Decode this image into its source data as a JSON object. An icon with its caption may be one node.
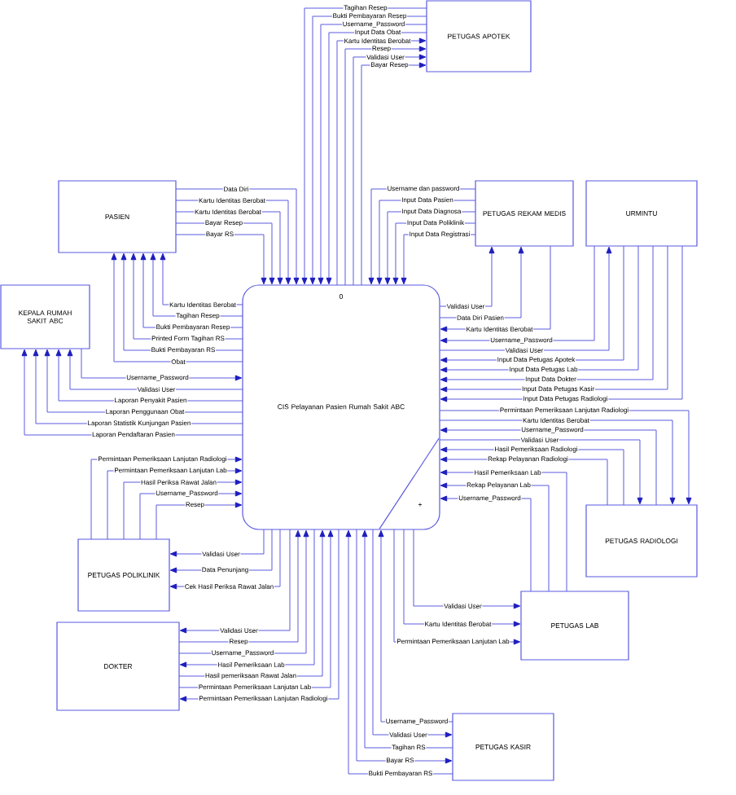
{
  "diagram": {
    "nodes": [
      {
        "text": [
          "PETUGAS APOTEK"
        ]
      },
      {
        "text": [
          "PASIEN"
        ]
      },
      {
        "text": [
          "PETUGAS REKAM MEDIS"
        ]
      },
      {
        "text": [
          "URMINTU"
        ]
      },
      {
        "text": [
          "KEPALA RUMAH SAKIT ABC"
        ]
      },
      {
        "text": [
          "0",
          "CIS Pelayanan Pasien Rumah Sakit ABC",
          "+"
        ]
      },
      {
        "text": [
          "PETUGAS RADIOLOGI"
        ]
      },
      {
        "text": [
          "PETUGAS POLIKLINIK"
        ]
      },
      {
        "text": [
          "DOKTER"
        ]
      },
      {
        "text": [
          "PETUGAS LAB"
        ]
      },
      {
        "text": [
          "PETUGAS KASIR"
        ]
      }
    ],
    "edges": [
      {
        "from": 0,
        "to": 5,
        "label": "Tagihan Resep",
        "arrow": "to"
      },
      {
        "from": 0,
        "to": 5,
        "label": "Bukti Pembayaran Resep",
        "arrow": "to"
      },
      {
        "from": 0,
        "to": 5,
        "label": "Username_Password",
        "arrow": "to"
      },
      {
        "from": 0,
        "to": 5,
        "label": "Input Data Obat",
        "arrow": "to"
      },
      {
        "from": 5,
        "to": 0,
        "label": "Kartu Identitas Berobat",
        "arrow": "to"
      },
      {
        "from": 5,
        "to": 0,
        "label": "Resep",
        "arrow": "to"
      },
      {
        "from": 5,
        "to": 0,
        "label": "Validasi User",
        "arrow": "to"
      },
      {
        "from": 5,
        "to": 0,
        "label": "Bayar Resep",
        "arrow": "to"
      },
      {
        "from": 1,
        "to": 5,
        "label": "Data Diri",
        "arrow": "to"
      },
      {
        "from": 1,
        "to": 5,
        "label": "Kartu Identitas Berobat",
        "arrow": "to"
      },
      {
        "from": 1,
        "to": 5,
        "label": "Kartu Identitas Berobat",
        "arrow": "to"
      },
      {
        "from": 1,
        "to": 5,
        "label": "Bayar Resep",
        "arrow": "to"
      },
      {
        "from": 1,
        "to": 5,
        "label": "Bayar RS",
        "arrow": "to"
      },
      {
        "from": 2,
        "to": 5,
        "label": "Username dan password",
        "arrow": "to"
      },
      {
        "from": 2,
        "to": 5,
        "label": "Input Data Pasien",
        "arrow": "to"
      },
      {
        "from": 2,
        "to": 5,
        "label": "Input Data Diagnosa",
        "arrow": "to"
      },
      {
        "from": 2,
        "to": 5,
        "label": "Input Data Poliklinik",
        "arrow": "to"
      },
      {
        "from": 2,
        "to": 5,
        "label": "Input Data Registrasi",
        "arrow": "to"
      },
      {
        "from": 5,
        "to": 1,
        "label": "Kartu Identitas Berobat",
        "arrow": "to"
      },
      {
        "from": 5,
        "to": 1,
        "label": "Tagihan Resep",
        "arrow": "to"
      },
      {
        "from": 5,
        "to": 1,
        "label": "Bukti Pembayaran Resep",
        "arrow": "to"
      },
      {
        "from": 5,
        "to": 1,
        "label": "Printed Form Tagihan RS",
        "arrow": "to"
      },
      {
        "from": 5,
        "to": 1,
        "label": "Bukti Pembayaran RS",
        "arrow": "to"
      },
      {
        "from": 5,
        "to": 1,
        "label": "Obat",
        "arrow": "to"
      },
      {
        "from": 5,
        "to": 2,
        "label": "Validasi User",
        "arrow": "to"
      },
      {
        "from": 5,
        "to": 2,
        "label": "Data Diri Pasien",
        "arrow": "to"
      },
      {
        "from": 2,
        "to": 5,
        "label": "Kartu Identitas Berobat",
        "arrow": "to"
      },
      {
        "from": 3,
        "to": 5,
        "label": "Username_Password",
        "arrow": "to"
      },
      {
        "from": 5,
        "to": 3,
        "label": "Validasi User",
        "arrow": "to"
      },
      {
        "from": 3,
        "to": 5,
        "label": "Input Data Petugas Apotek",
        "arrow": "to"
      },
      {
        "from": 3,
        "to": 5,
        "label": "Input Data Petugas Lab",
        "arrow": "to"
      },
      {
        "from": 3,
        "to": 5,
        "label": "Input Data Dokter",
        "arrow": "to"
      },
      {
        "from": 3,
        "to": 5,
        "label": "Input Data Petugas Kasir",
        "arrow": "to"
      },
      {
        "from": 3,
        "to": 5,
        "label": "Input Data Petugas Radiologi",
        "arrow": "to"
      },
      {
        "from": 4,
        "to": 5,
        "label": "Username_Password",
        "arrow": "to"
      },
      {
        "from": 5,
        "to": 4,
        "label": "Validasi User",
        "arrow": "to"
      },
      {
        "from": 5,
        "to": 4,
        "label": "Laporan Penyakit Pasien",
        "arrow": "to"
      },
      {
        "from": 5,
        "to": 4,
        "label": "Laporan Penggunaan Obat",
        "arrow": "to"
      },
      {
        "from": 5,
        "to": 4,
        "label": "Laporan Statistik Kunjungan Pasien",
        "arrow": "to"
      },
      {
        "from": 5,
        "to": 4,
        "label": "Laporan Pendaftaran Pasien",
        "arrow": "to"
      },
      {
        "from": 5,
        "to": 6,
        "label": "Permintaan Pemeriksaan Lanjutan Radiologi",
        "arrow": "to"
      },
      {
        "from": 5,
        "to": 6,
        "label": "Kartu Identitas Berobat",
        "arrow": "to"
      },
      {
        "from": 6,
        "to": 5,
        "label": "Username_Password",
        "arrow": "to"
      },
      {
        "from": 5,
        "to": 6,
        "label": "Validasi User",
        "arrow": "to"
      },
      {
        "from": 6,
        "to": 5,
        "label": "Hasil Pemeriksaan Radiologi",
        "arrow": "to"
      },
      {
        "from": 6,
        "to": 5,
        "label": "Rekap Pelayanan Radiologi",
        "arrow": "to"
      },
      {
        "from": 7,
        "to": 5,
        "label": "Permintaan Pemeriksaan Lanjutan Radiologi",
        "arrow": "to"
      },
      {
        "from": 7,
        "to": 5,
        "label": "Permintaan Pemeriksaan Lanjutan Lab",
        "arrow": "to"
      },
      {
        "from": 7,
        "to": 5,
        "label": "Hasil Periksa Rawat Jalan",
        "arrow": "to"
      },
      {
        "from": 7,
        "to": 5,
        "label": "Username_Password",
        "arrow": "to"
      },
      {
        "from": 7,
        "to": 5,
        "label": "Resep",
        "arrow": "to"
      },
      {
        "from": 9,
        "to": 5,
        "label": "Hasil Pemeriksaan Lab",
        "arrow": "to"
      },
      {
        "from": 9,
        "to": 5,
        "label": "Rekap Pelayanan Lab",
        "arrow": "to"
      },
      {
        "from": 9,
        "to": 5,
        "label": "Username_Password",
        "arrow": "to"
      },
      {
        "from": 5,
        "to": 7,
        "label": "Validasi User",
        "arrow": "to"
      },
      {
        "from": 5,
        "to": 7,
        "label": "Data Penunjang",
        "arrow": "to"
      },
      {
        "from": 5,
        "to": 7,
        "label": "Cek Hasil Periksa Rawat Jalan",
        "arrow": "to"
      },
      {
        "from": 5,
        "to": 8,
        "label": "Validasi User",
        "arrow": "to"
      },
      {
        "from": 8,
        "to": 5,
        "label": "Resep",
        "arrow": "to"
      },
      {
        "from": 8,
        "to": 5,
        "label": "Username_Password",
        "arrow": "to"
      },
      {
        "from": 5,
        "to": 8,
        "label": "Hasil Pemeriksaan Lab",
        "arrow": "to"
      },
      {
        "from": 8,
        "to": 5,
        "label": "Hasil pemeriksaan Rawat Jalan",
        "arrow": "to"
      },
      {
        "from": 8,
        "to": 5,
        "label": "Permintaan Pemeriksaan Lanjutan Lab",
        "arrow": "to"
      },
      {
        "from": 5,
        "to": 8,
        "label": "Permintaan Pemeriksaan Lanjutan Radiologi",
        "arrow": "to"
      },
      {
        "from": 5,
        "to": 9,
        "label": "Validasi User",
        "arrow": "to"
      },
      {
        "from": 5,
        "to": 9,
        "label": "Kartu Identitas Berobat",
        "arrow": "to"
      },
      {
        "from": 5,
        "to": 9,
        "label": "Permintaan Pemeriksaan Lanjutan Lab",
        "arrow": "to"
      },
      {
        "from": 10,
        "to": 5,
        "label": "Username_Password",
        "arrow": "to"
      },
      {
        "from": 5,
        "to": 10,
        "label": "Validasi User",
        "arrow": "to"
      },
      {
        "from": 10,
        "to": 5,
        "label": "Tagihan RS",
        "arrow": "to"
      },
      {
        "from": 5,
        "to": 10,
        "label": "Bayar RS",
        "arrow": "to"
      },
      {
        "from": 10,
        "to": 5,
        "label": "Bukti Pembayaran RS",
        "arrow": "to"
      }
    ]
  }
}
